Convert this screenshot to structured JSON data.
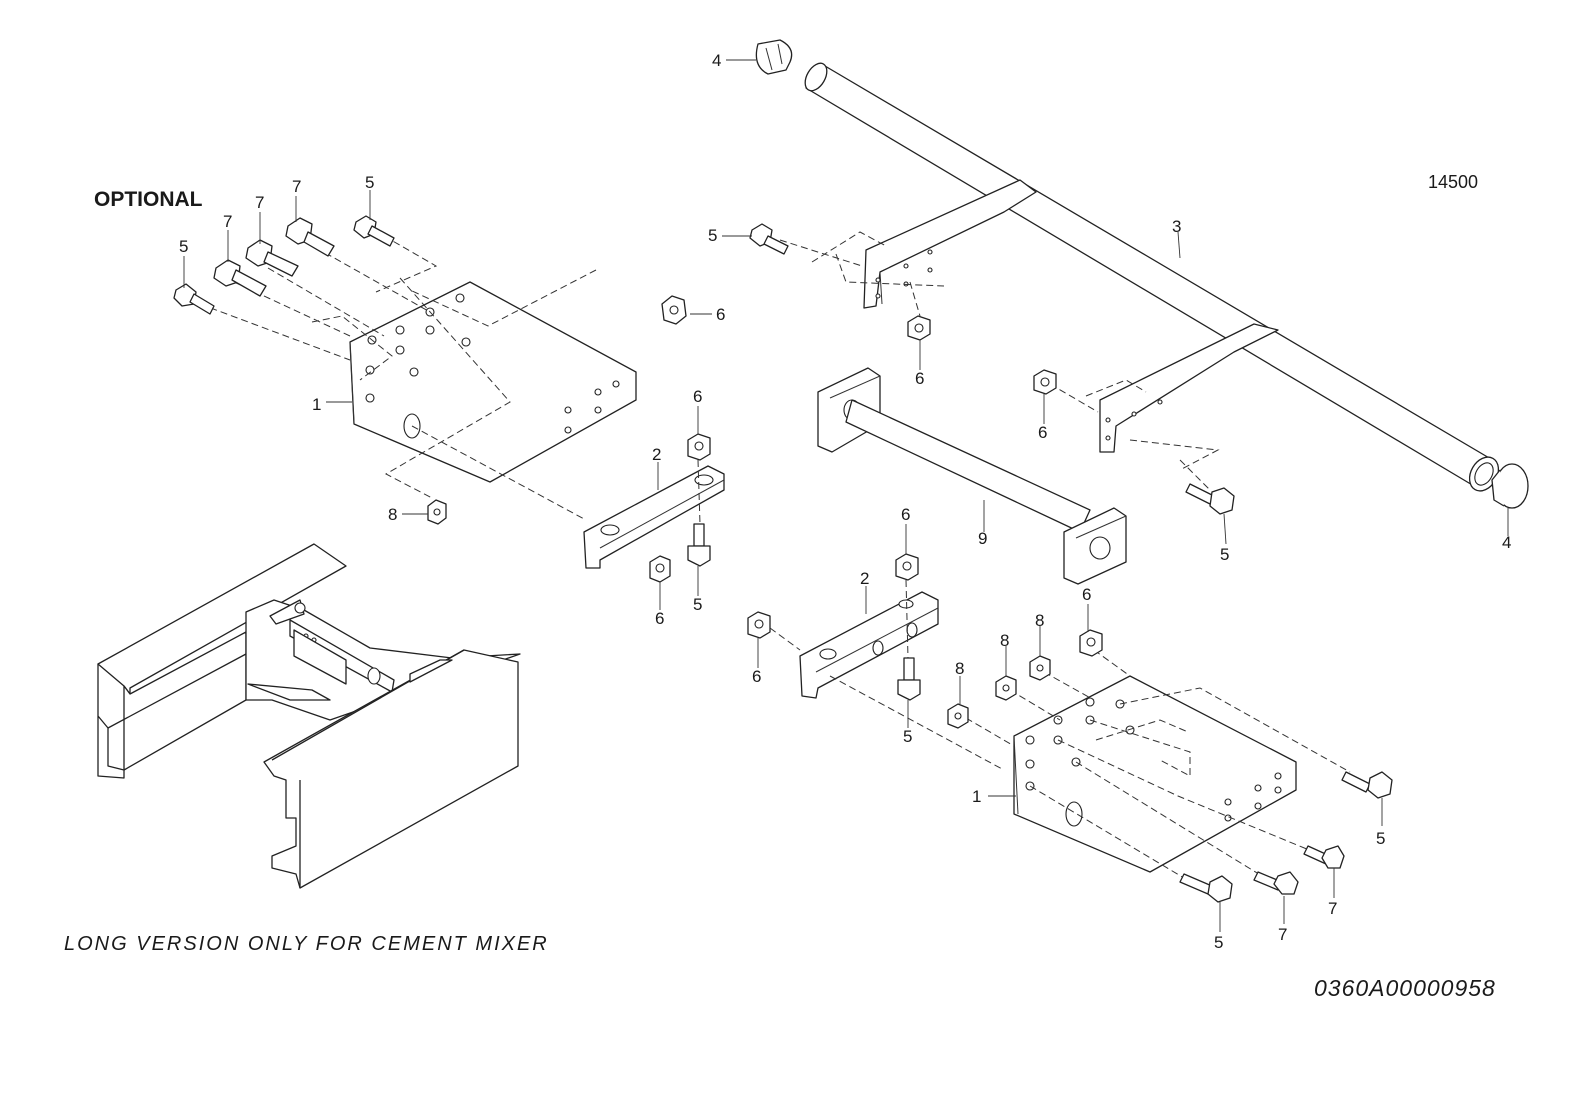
{
  "labels": {
    "optional": "OPTIONAL",
    "drawing_code": "14500",
    "caption": "LONG VERSION ONLY FOR CEMENT MIXER",
    "document_number": "0360A00000958"
  },
  "callouts": {
    "c1": "4",
    "c2": "7",
    "c3": "5",
    "c4": "7",
    "c5": "7",
    "c6": "5",
    "c7": "5",
    "c8": "3",
    "c9": "6",
    "c10": "6",
    "c11": "1",
    "c12": "6",
    "c13": "6",
    "c14": "2",
    "c15": "8",
    "c16": "9",
    "c17": "5",
    "c18": "4",
    "c19": "6",
    "c20": "5",
    "c21": "6",
    "c22": "2",
    "c23": "6",
    "c24": "8",
    "c25": "8",
    "c26": "8",
    "c27": "6",
    "c28": "1",
    "c29": "5",
    "c30": "5",
    "c31": "7",
    "c32": "5",
    "c33": "7"
  }
}
